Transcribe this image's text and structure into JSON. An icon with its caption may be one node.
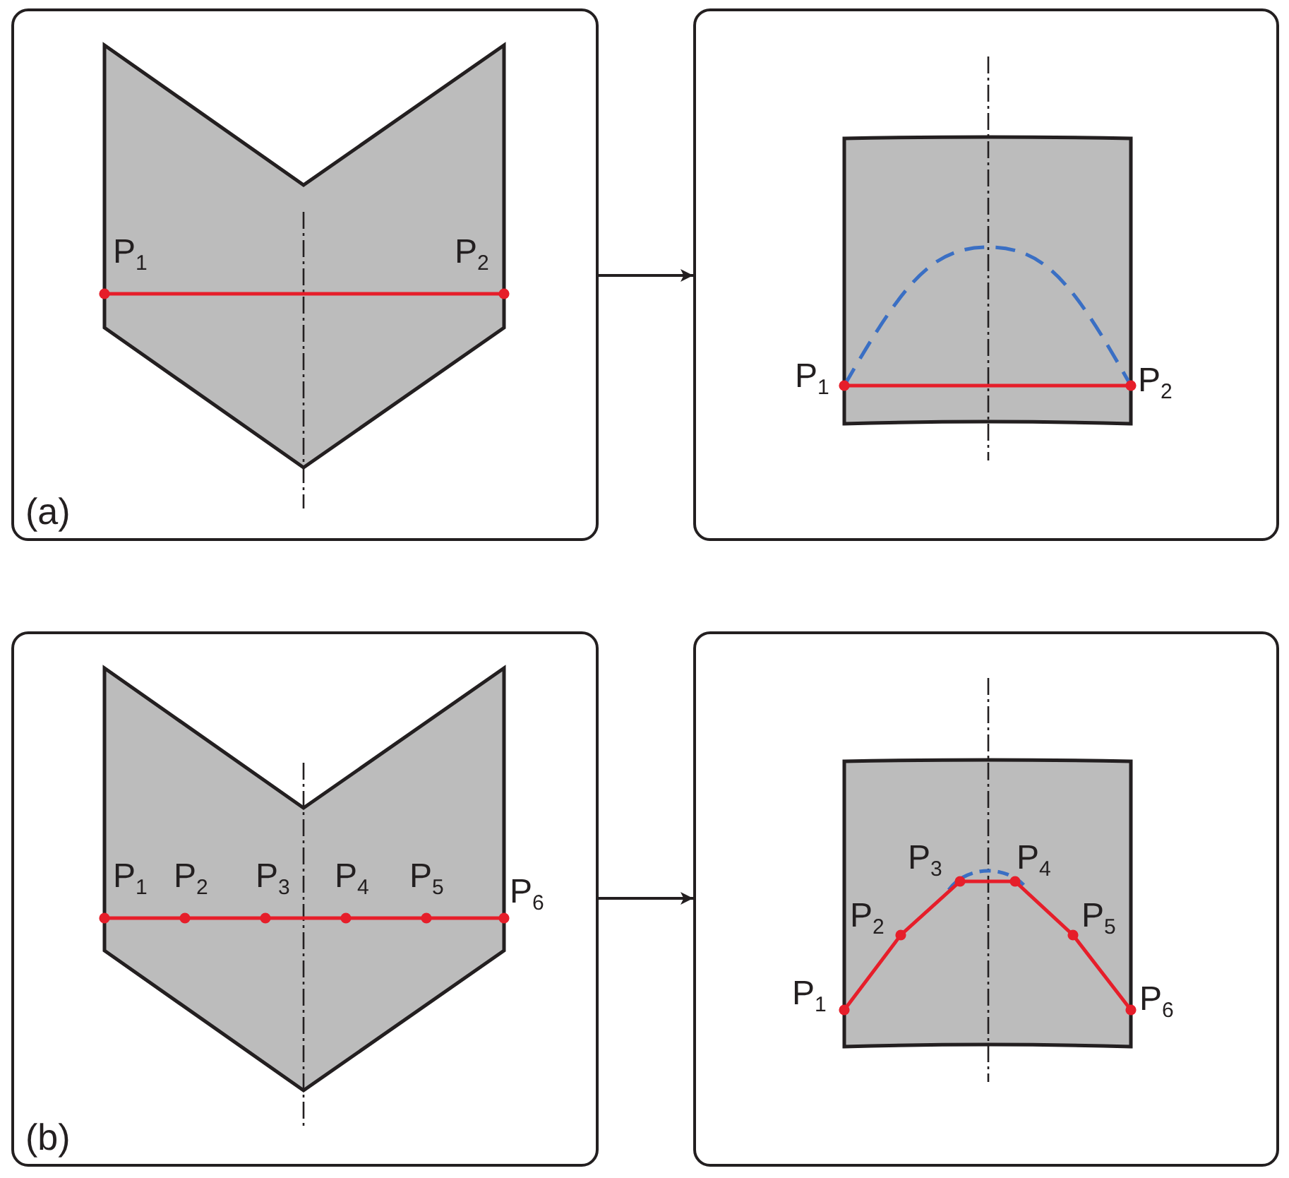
{
  "diagram": {
    "nodes": [
      {
        "text": [
          "(a)"
        ]
      },
      {
        "text": [],
        "shape": "box"
      },
      {
        "text": [
          "(b)"
        ]
      },
      {
        "text": [],
        "shape": "box"
      }
    ],
    "edges": [
      {
        "from": 0,
        "to": 1,
        "arrow": "to"
      },
      {
        "from": 2,
        "to": 3,
        "arrow": "to"
      }
    ],
    "labels": [
      "P$_{1}$",
      "P$_{2}$",
      "P$_{1}$",
      "P$_{2}$",
      "P$_{1}$",
      "P$_{2}$",
      "P$_{3}$",
      "P$_{4}$",
      "P$_{5}$",
      "P$_{6}$",
      "P$_{3}$",
      "P$_{4}$",
      "P$_{2}$",
      "P$_{5}$",
      "P$_{1}$",
      "P$_{6}$"
    ]
  }
}
